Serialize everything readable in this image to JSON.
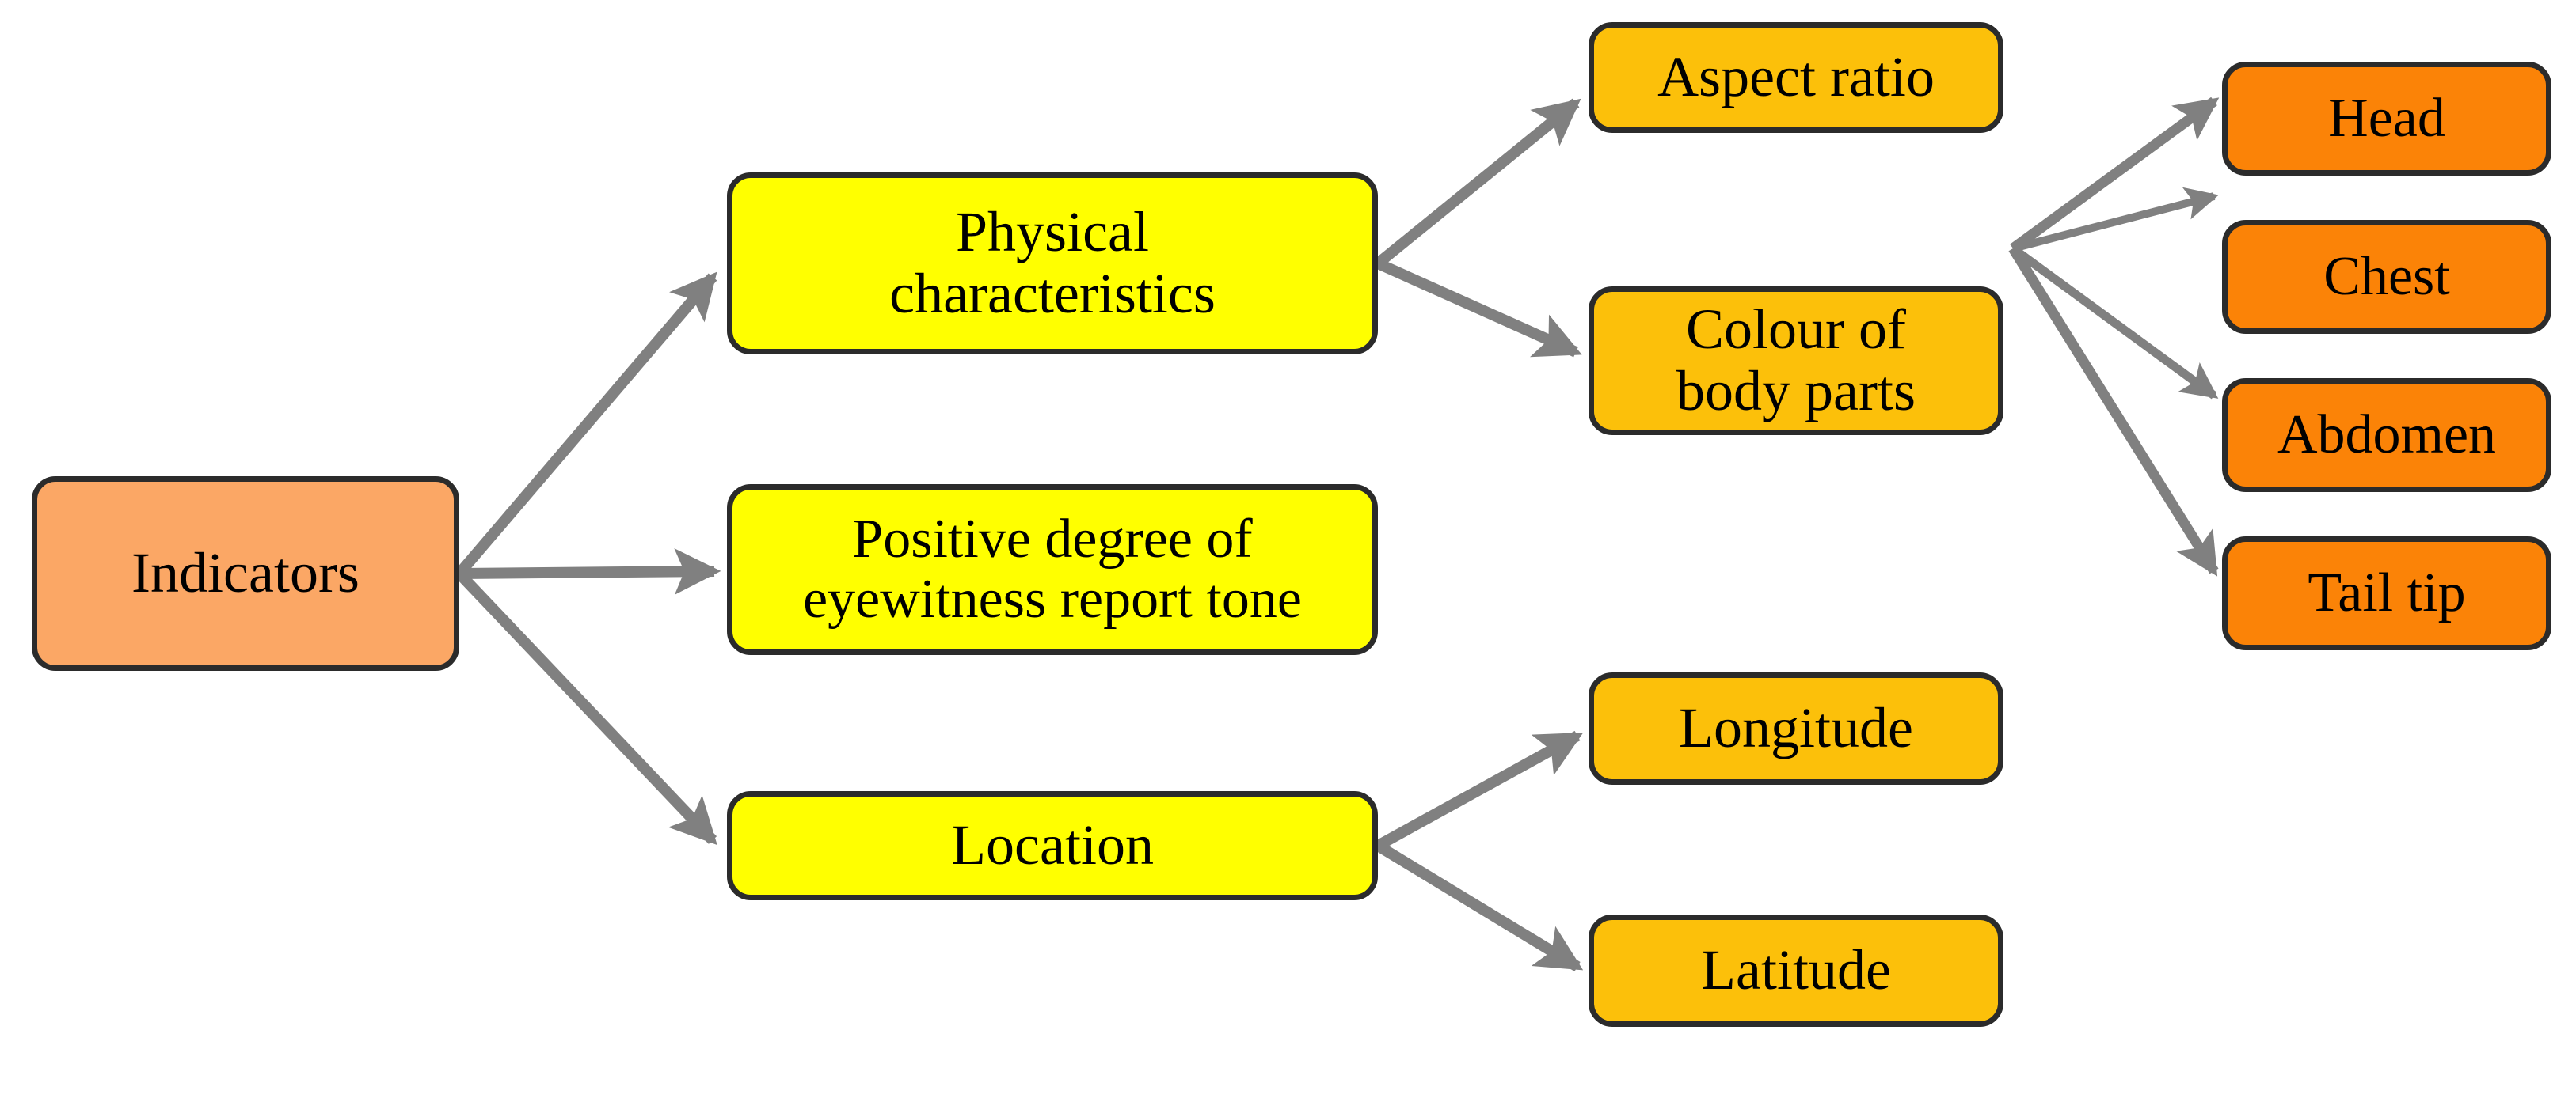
{
  "diagram": {
    "type": "hierarchy-tree",
    "title": "Indicators",
    "orientation": "left-to-right",
    "background_color": "#ffffff",
    "edge_color": "#808080",
    "border_color": "#2b2b2b",
    "level_colors": {
      "root": "#fba765",
      "branch": "#ffff00",
      "leaf": "#fcc00a",
      "subleaf": "#fb8307"
    }
  },
  "nodes": {
    "root": {
      "id": "indicators",
      "label": "Indicators",
      "level": 1,
      "color": "#fba765"
    },
    "branches": [
      {
        "id": "physical-characteristics",
        "label": "Physical\ncharacteristics",
        "level": 2,
        "color": "#ffff00"
      },
      {
        "id": "eyewitness-report-tone",
        "label": "Positive degree of\neyewitness report tone",
        "level": 2,
        "color": "#ffff00"
      },
      {
        "id": "location",
        "label": "Location",
        "level": 2,
        "color": "#ffff00"
      }
    ],
    "leaves": [
      {
        "id": "aspect-ratio",
        "label": "Aspect ratio",
        "level": 3,
        "color": "#fcc00a",
        "parent": "physical-characteristics"
      },
      {
        "id": "colour-of-body-parts",
        "label": "Colour of\nbody parts",
        "level": 3,
        "color": "#fcc00a",
        "parent": "physical-characteristics"
      },
      {
        "id": "longitude",
        "label": "Longitude",
        "level": 3,
        "color": "#fcc00a",
        "parent": "location"
      },
      {
        "id": "latitude",
        "label": "Latitude",
        "level": 3,
        "color": "#fcc00a",
        "parent": "location"
      }
    ],
    "subleaves": [
      {
        "id": "head",
        "label": "Head",
        "level": 4,
        "color": "#fb8307",
        "parent": "colour-of-body-parts"
      },
      {
        "id": "chest",
        "label": "Chest",
        "level": 4,
        "color": "#fb8307",
        "parent": "colour-of-body-parts"
      },
      {
        "id": "abdomen",
        "label": "Abdomen",
        "level": 4,
        "color": "#fb8307",
        "parent": "colour-of-body-parts"
      },
      {
        "id": "tail-tip",
        "label": "Tail tip",
        "level": 4,
        "color": "#fb8307",
        "parent": "colour-of-body-parts"
      }
    ]
  },
  "edges": [
    {
      "from": "indicators",
      "to": "physical-characteristics"
    },
    {
      "from": "indicators",
      "to": "eyewitness-report-tone"
    },
    {
      "from": "indicators",
      "to": "location"
    },
    {
      "from": "physical-characteristics",
      "to": "aspect-ratio"
    },
    {
      "from": "physical-characteristics",
      "to": "colour-of-body-parts"
    },
    {
      "from": "location",
      "to": "longitude"
    },
    {
      "from": "location",
      "to": "latitude"
    },
    {
      "from": "colour-of-body-parts",
      "to": "head"
    },
    {
      "from": "colour-of-body-parts",
      "to": "chest"
    },
    {
      "from": "colour-of-body-parts",
      "to": "abdomen"
    },
    {
      "from": "colour-of-body-parts",
      "to": "tail-tip"
    }
  ]
}
